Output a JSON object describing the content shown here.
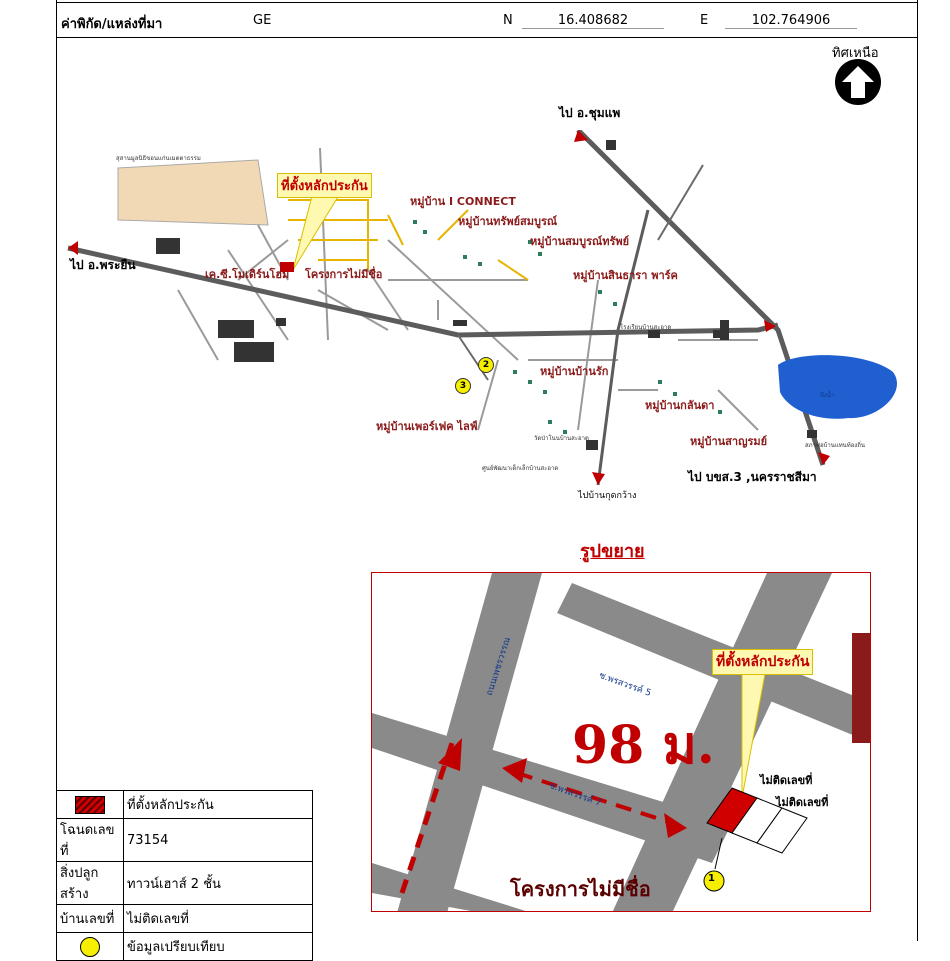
{
  "header": {
    "label": "ค่าพิกัด/แหล่งที่มา",
    "source": "GE",
    "n_label": "N",
    "n_value": "16.408682",
    "e_label": "E",
    "e_value": "102.764906"
  },
  "north": {
    "label": "ทิศเหนือ",
    "icon": "north-arrow-icon"
  },
  "map": {
    "directions": {
      "chumphae": "ไป อ.ชุมแพ",
      "phra_yuen": "ไป อ.พระยืน",
      "nakhon_ratchasima": "ไป บขส.3 ,นครราชสีมา",
      "ban_kud_krang": "ไปบ้านกุดกว้าง"
    },
    "callout": "ที่ตั้งหลักประกัน",
    "villages": [
      "หมู่บ้าน I CONNECT",
      "หมู่บ้านทรัพย์สมบูรณ์",
      "หมู่บ้านสมบูรณ์ทรัพย์",
      "หมู่บ้านสินธารา พาร์ค",
      "หมู่บ้านบ้านรัก",
      "หมู่บ้านกลันดา",
      "หมู่บ้านสาญรมย์",
      "หมู่บ้านเพอร์เฟค ไลฟ์"
    ],
    "places": {
      "sci_moderpol": "เค.ซี.โมเดิร์นโฮม",
      "project": "โครงการไม่มีชื่อ",
      "cemetery": "สุสานมูลนิธิขอนแก่นเมตตาธรรม",
      "district_office": "สภาพ่อบ้านแทนท้องถิ่น",
      "temple": "วัดป่าโนนบ้านสะอาด",
      "community_center": "ศูนย์พัฒนาเด็กเล็กบ้านสะอาด",
      "sawang_school": "โรงเรียนบ้านสะอาด",
      "lake": "บึงน้ำ"
    },
    "markers": [
      "1",
      "2",
      "3"
    ]
  },
  "enlarge": {
    "title": "รูปขยาย",
    "distance": "98 ม.",
    "callout": "ที่ตั้งหลักประกัน",
    "no_house_no_1": "ไม่ติดเลขที่",
    "no_house_no_2": "ไม่ติดเลขที่",
    "project_name": "โครงการไม่มีชื่อ",
    "road_1": "ถนนเพชรวรรณ",
    "road_2": "ซ.พรสวรรค์ 5",
    "road_3": "ซ.พรสวรรค์ 7",
    "marker": "1"
  },
  "legend": {
    "rows": [
      {
        "key": "",
        "value": "ที่ตั้งหลักประกัน"
      },
      {
        "key": "โฉนดเลขที่",
        "value": "73154"
      },
      {
        "key": "สิ่งปลูกสร้าง",
        "value": "ทาวน์เฮาส์ 2 ชั้น"
      },
      {
        "key": "บ้านเลขที่",
        "value": "ไม่ติดเลขที่"
      },
      {
        "key": "",
        "value": "ข้อมูลเปรียบเทียบ"
      }
    ]
  },
  "colors": {
    "accent_red": "#c00000",
    "marker_yellow": "#f6f000",
    "road_grey": "#8a8a8a",
    "lake_blue": "#1f5fd0"
  }
}
